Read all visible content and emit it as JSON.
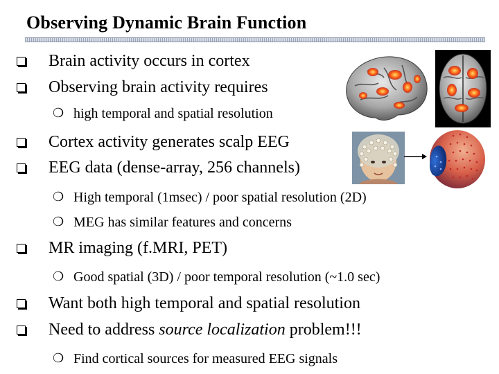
{
  "slide": {
    "title": "Observing Dynamic Brain Function",
    "bullets": [
      "Brain activity occurs in cortex",
      "Observing brain activity requires",
      "Cortex activity generates scalp EEG",
      "EEG data (dense-array, 256 channels)",
      "MR imaging (f.MRI, PET)",
      "Want both high temporal and spatial resolution",
      "Need to address"
    ],
    "bullet7_italic": "source localization",
    "bullet7_tail": " problem!!!",
    "subs": [
      "high temporal and spatial resolution",
      "High temporal (1msec) / poor spatial resolution (2D)",
      "MEG has similar features and concerns",
      "Good spatial (3D) / poor temporal resolution (~1.0 sec)",
      "Find cortical sources for measured EEG signals"
    ],
    "sub_marker": "❍",
    "images": {
      "brain_side": "brain-activation-lateral-view",
      "brain_top": "brain-activation-top-view",
      "eeg_net": "person-wearing-eeg-sensor-net",
      "head_model": "eeg-sensor-head-model"
    }
  }
}
